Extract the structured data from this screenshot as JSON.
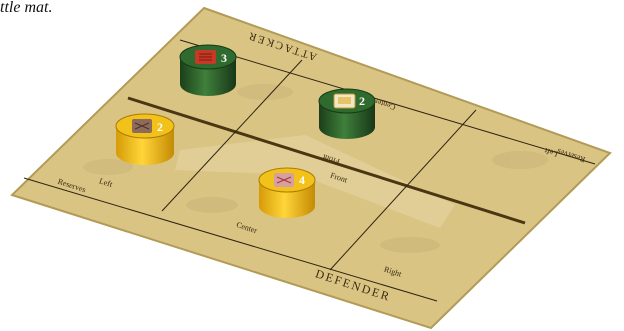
{
  "caption": "ttle mat.",
  "colors": {
    "mat": "#d9c484",
    "mat_edge": "#b29b56",
    "lines": "#2f2410",
    "attacker_counter": "#2f6b2e",
    "defender_counter": "#f2c21b"
  },
  "mat": {
    "attacker_label": "ATTACKER",
    "defender_label": "DEFENDER",
    "zones": {
      "left": "Left",
      "center": "Center",
      "right": "Right",
      "front": "Front",
      "reserves": "Reserves"
    }
  },
  "counters": [
    {
      "side": "attacker",
      "unit_icon": "infantry-icon",
      "value": "3"
    },
    {
      "side": "attacker",
      "unit_icon": "artillery-icon",
      "value": "2"
    },
    {
      "side": "defender",
      "unit_icon": "cavalry-icon",
      "value": "2"
    },
    {
      "side": "defender",
      "unit_icon": "infantry-icon",
      "value": "4"
    }
  ]
}
